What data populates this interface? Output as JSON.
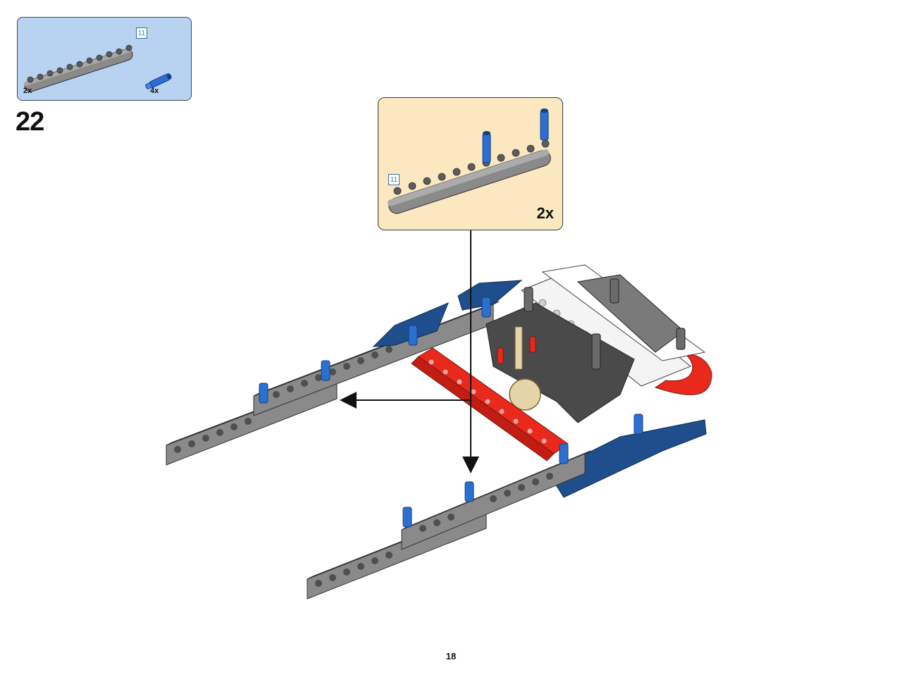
{
  "parts_list": {
    "items": [
      {
        "part": "gray-beam",
        "quantity": "2x",
        "length_label": "11"
      },
      {
        "part": "blue-pin",
        "quantity": "4x"
      }
    ]
  },
  "step": {
    "number": "22"
  },
  "callout": {
    "length_label": "11",
    "quantity": "2x"
  },
  "page": {
    "number": "18"
  },
  "colors": {
    "parts_bg": "#b7d3f1",
    "callout_bg": "#fbe8c1",
    "beam_gray": "#8a8a8a",
    "pin_blue": "#2a6fd1",
    "red": "#e8291c",
    "dark_blue": "#1e4f8c",
    "white_beam": "#f4f4f4"
  }
}
